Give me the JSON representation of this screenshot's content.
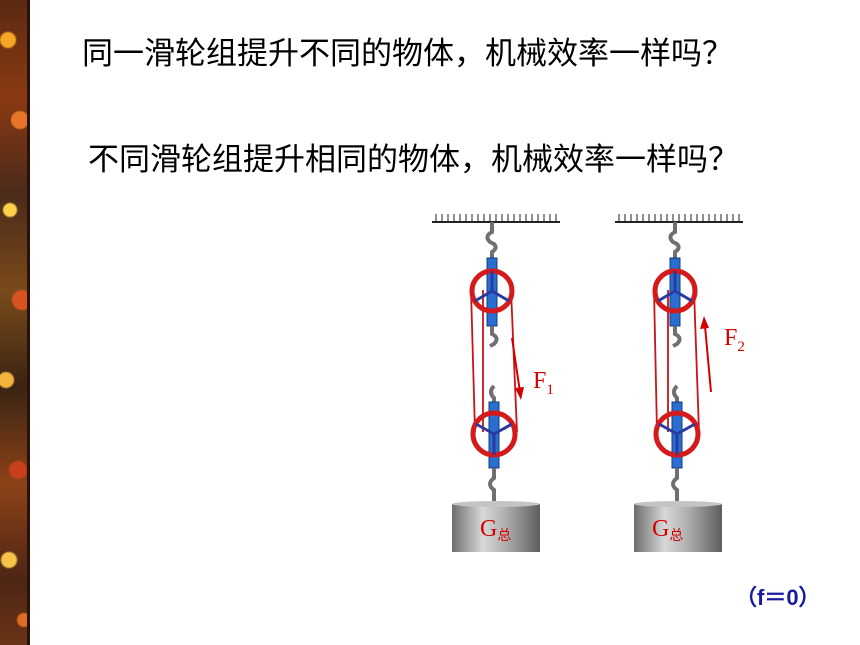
{
  "questions": {
    "q1": "同一滑轮组提升不同的物体，机械效率一样吗？",
    "q2": "不同滑轮组提升相同的物体，机械效率一样吗？"
  },
  "systems": [
    {
      "force": "F",
      "force_sub": "1",
      "load": "G",
      "load_sub": "总"
    },
    {
      "force": "F",
      "force_sub": "2",
      "load": "G",
      "load_sub": "总"
    }
  ],
  "note": "（f＝0）",
  "colors": {
    "pulley_rim": "#d41a1a",
    "pulley_frame": "#2a6fd0",
    "rope": "#c81414",
    "hook": "#707070",
    "weight": "#9a9a9a"
  }
}
